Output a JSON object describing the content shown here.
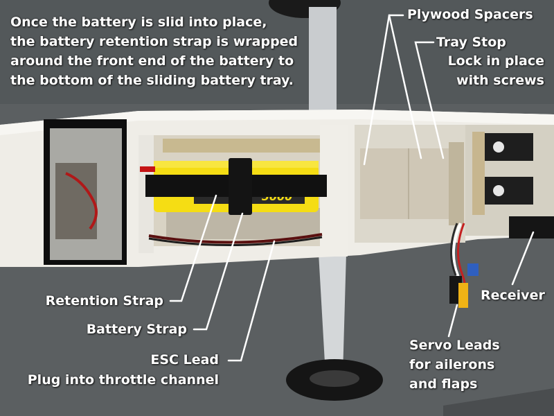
{
  "caption": {
    "lines": [
      "Once the battery is slid into place,",
      "the battery retention strap is wrapped",
      "around the front end of the battery to",
      "the bottom of the sliding battery tray."
    ]
  },
  "callouts": {
    "plywood_spacers": "Plywood Spacers",
    "tray_stop": [
      "Tray Stop",
      "Lock in place",
      "with screws"
    ],
    "retention_strap": "Retention Strap",
    "battery_strap": "Battery Strap",
    "esc_lead": [
      "ESC Lead",
      "Plug into throttle channel"
    ],
    "receiver": "Receiver",
    "servo_leads": [
      "Servo Leads",
      "for ailerons",
      "and flaps"
    ]
  },
  "battery": {
    "label": "5000"
  },
  "colors": {
    "background": "#5a5e60",
    "fuselage": "#f1efe9",
    "battery": "#f5dd14",
    "strap": "#111111",
    "plywood": "#cfc7b6",
    "text": "#ffffff"
  }
}
